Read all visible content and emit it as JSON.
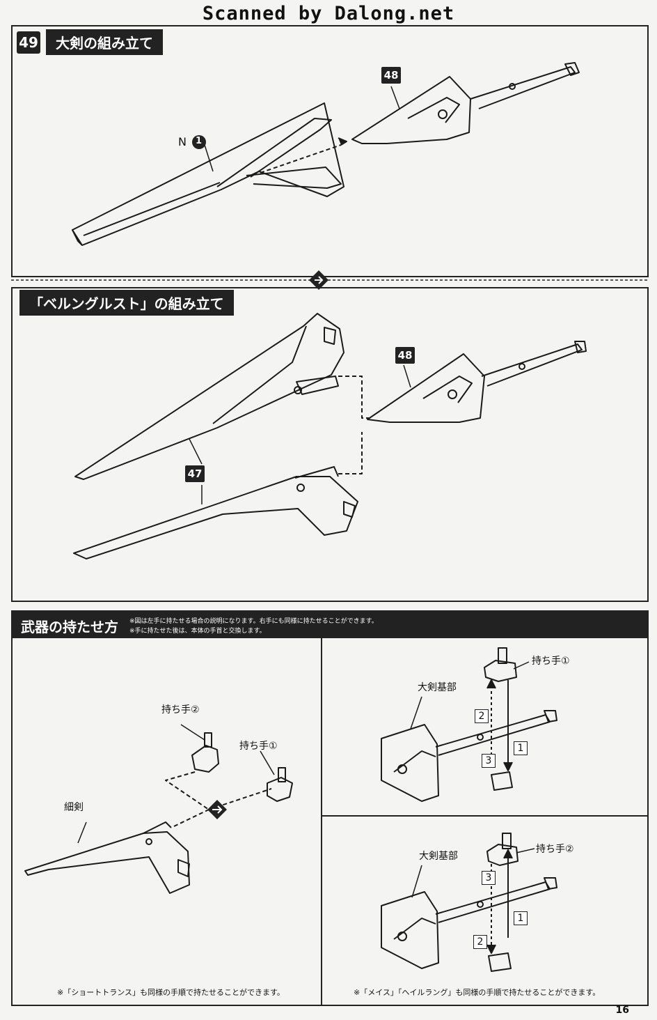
{
  "watermark": "Scanned by Dalong.net",
  "section49": {
    "step_number": "49",
    "title": "大剣の組み立て",
    "part_label": "N",
    "part_circle": "1",
    "tag_48": "48"
  },
  "section_bellung": {
    "title": "「ベルングルスト」の組み立て",
    "tag_48": "48",
    "tag_47": "47"
  },
  "section_weapon": {
    "title": "武器の持たせ方",
    "note_1": "※図は左手に持たせる場合の説明になります。右手にも同様に持たせることができます。",
    "note_2": "※手に持たせた後は、本体の手首と交換します。",
    "left_panel": {
      "hand_2": "持ち手②",
      "hand_1": "持ち手①",
      "sword_label": "細剣",
      "footnote": "※「ショートトランス」も同様の手順で持たせることができます。"
    },
    "right_top": {
      "base_label": "大剣基部",
      "hand_label": "持ち手①",
      "step_1": "1",
      "step_2": "2",
      "step_3": "3"
    },
    "right_bottom": {
      "base_label": "大剣基部",
      "hand_label": "持ち手②",
      "step_1": "1",
      "step_2": "2",
      "step_3": "3",
      "footnote": "※「メイス」「ヘイルラング」も同様の手順で持たせることができます。"
    }
  },
  "page_number": "16"
}
